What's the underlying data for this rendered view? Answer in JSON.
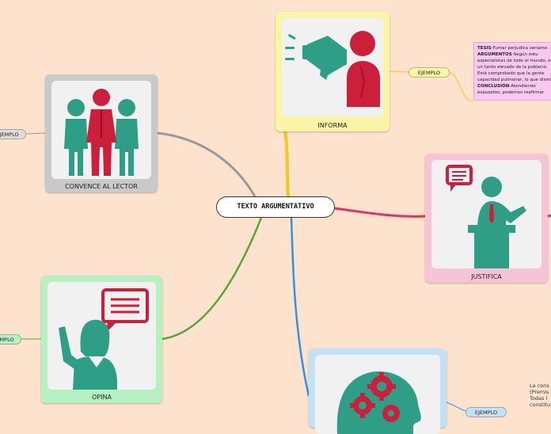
{
  "central": {
    "title": "TEXTO ARGUMENTATIVO"
  },
  "topics": {
    "informa": {
      "label": "INFORMA"
    },
    "convence": {
      "label": "CONVENCE AL LECTOR"
    },
    "justifica": {
      "label": "JUSTIFICA"
    },
    "opina": {
      "label": "OPINA"
    },
    "concluye": {
      "label": ""
    }
  },
  "subtopics": {
    "ejemplo_informa": "EJEMPLO",
    "ejemplo_convence": "EJEMPLO",
    "ejemplo_opina": "EJEMPLO",
    "ejemplo_bottom": "EJEMPLO"
  },
  "note": {
    "tesis_label": "TESIS",
    "tesis_text": "-Fumar perjudica seriame",
    "argumentos_label": "ARGUMENTOS",
    "argumentos_text": "-Según estu especialistas de todo el mundo, en un tanto elevado de la població Está comprobado que la gente capacidad pulmonar, lo que dismin",
    "conclusion_label": "CONCLUSIÓN",
    "conclusion_text": "-Atendiendo expuestos, podemos reafirmar"
  },
  "premise_text": "La cons\n(Premis\nTodas l\nconstitu",
  "colors": {
    "background": "#fde3cd",
    "branch_informa": "#f3c81b",
    "branch_convence": "#999999",
    "branch_justifica": "#e0335e",
    "branch_opina": "#5aa53c",
    "branch_bottom": "#2d95e0",
    "icon_teal": "#2e9e87",
    "icon_red": "#cc1f3c"
  }
}
